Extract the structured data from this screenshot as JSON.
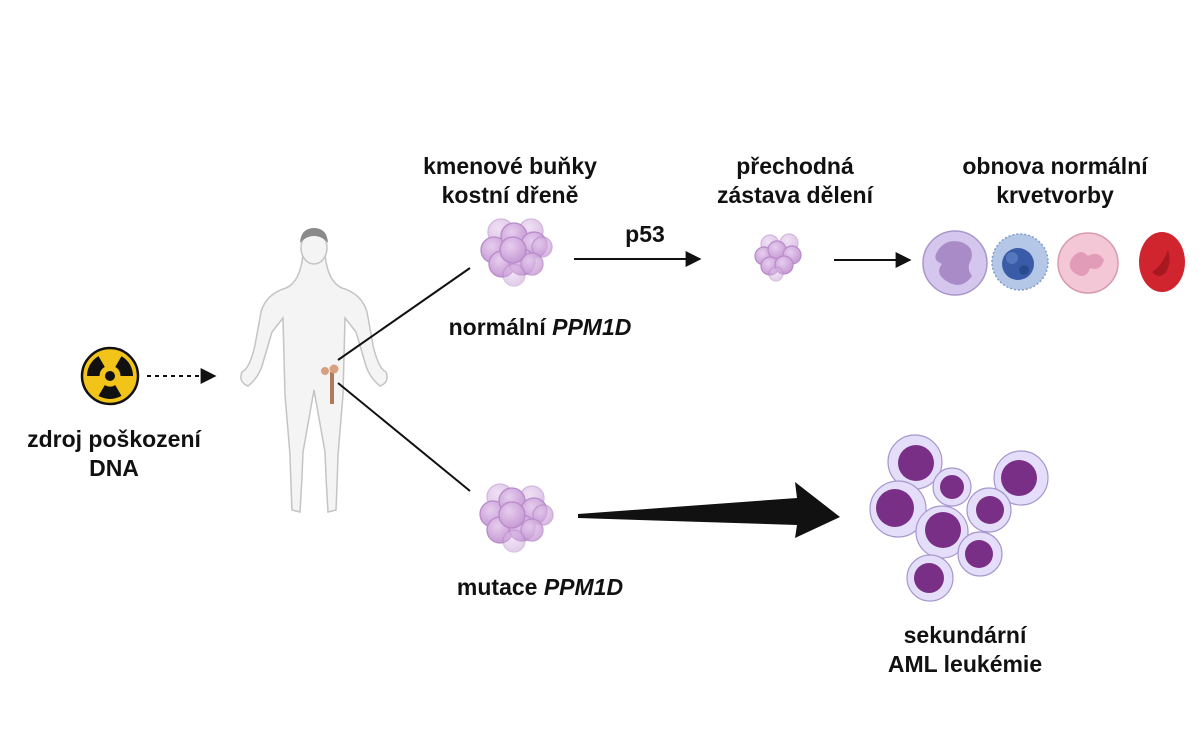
{
  "labels": {
    "source_line1": "zdroj poškození",
    "source_line2": "DNA",
    "stem_line1": "kmenové buňky",
    "stem_line2": "kostní dřeně",
    "p53": "p53",
    "arrest_line1": "přechodná",
    "arrest_line2": "zástava dělení",
    "renewal_line1": "obnova normální",
    "renewal_line2": "krvetvorby",
    "normal_prefix": "normální",
    "normal_gene": "PPM1D",
    "mutant_prefix": "mutace",
    "mutant_gene": "PPM1D",
    "aml_line1": "sekundární",
    "aml_line2": "AML leukémie"
  },
  "icons": {
    "radiation": "radiation-hazard-icon",
    "human": "human-body-icon",
    "bone": "femur-bone-icon",
    "cell_cluster": "stem-cell-cluster-icon",
    "monocyte": "monocyte-icon",
    "lymphocyte": "lymphocyte-icon",
    "neutrophil": "neutrophil-icon",
    "erythrocyte": "red-blood-cell-icon",
    "leukemia": "leukemic-blast-cells-icon"
  },
  "colors": {
    "radiation_yellow": "#F2C41A",
    "cell_purple": "#C99BD6",
    "blast_nucleus": "#7A2F86",
    "erythrocyte_red": "#D0242F",
    "lymphocyte_blue": "#3A5BA8",
    "arrow": "#111111"
  }
}
